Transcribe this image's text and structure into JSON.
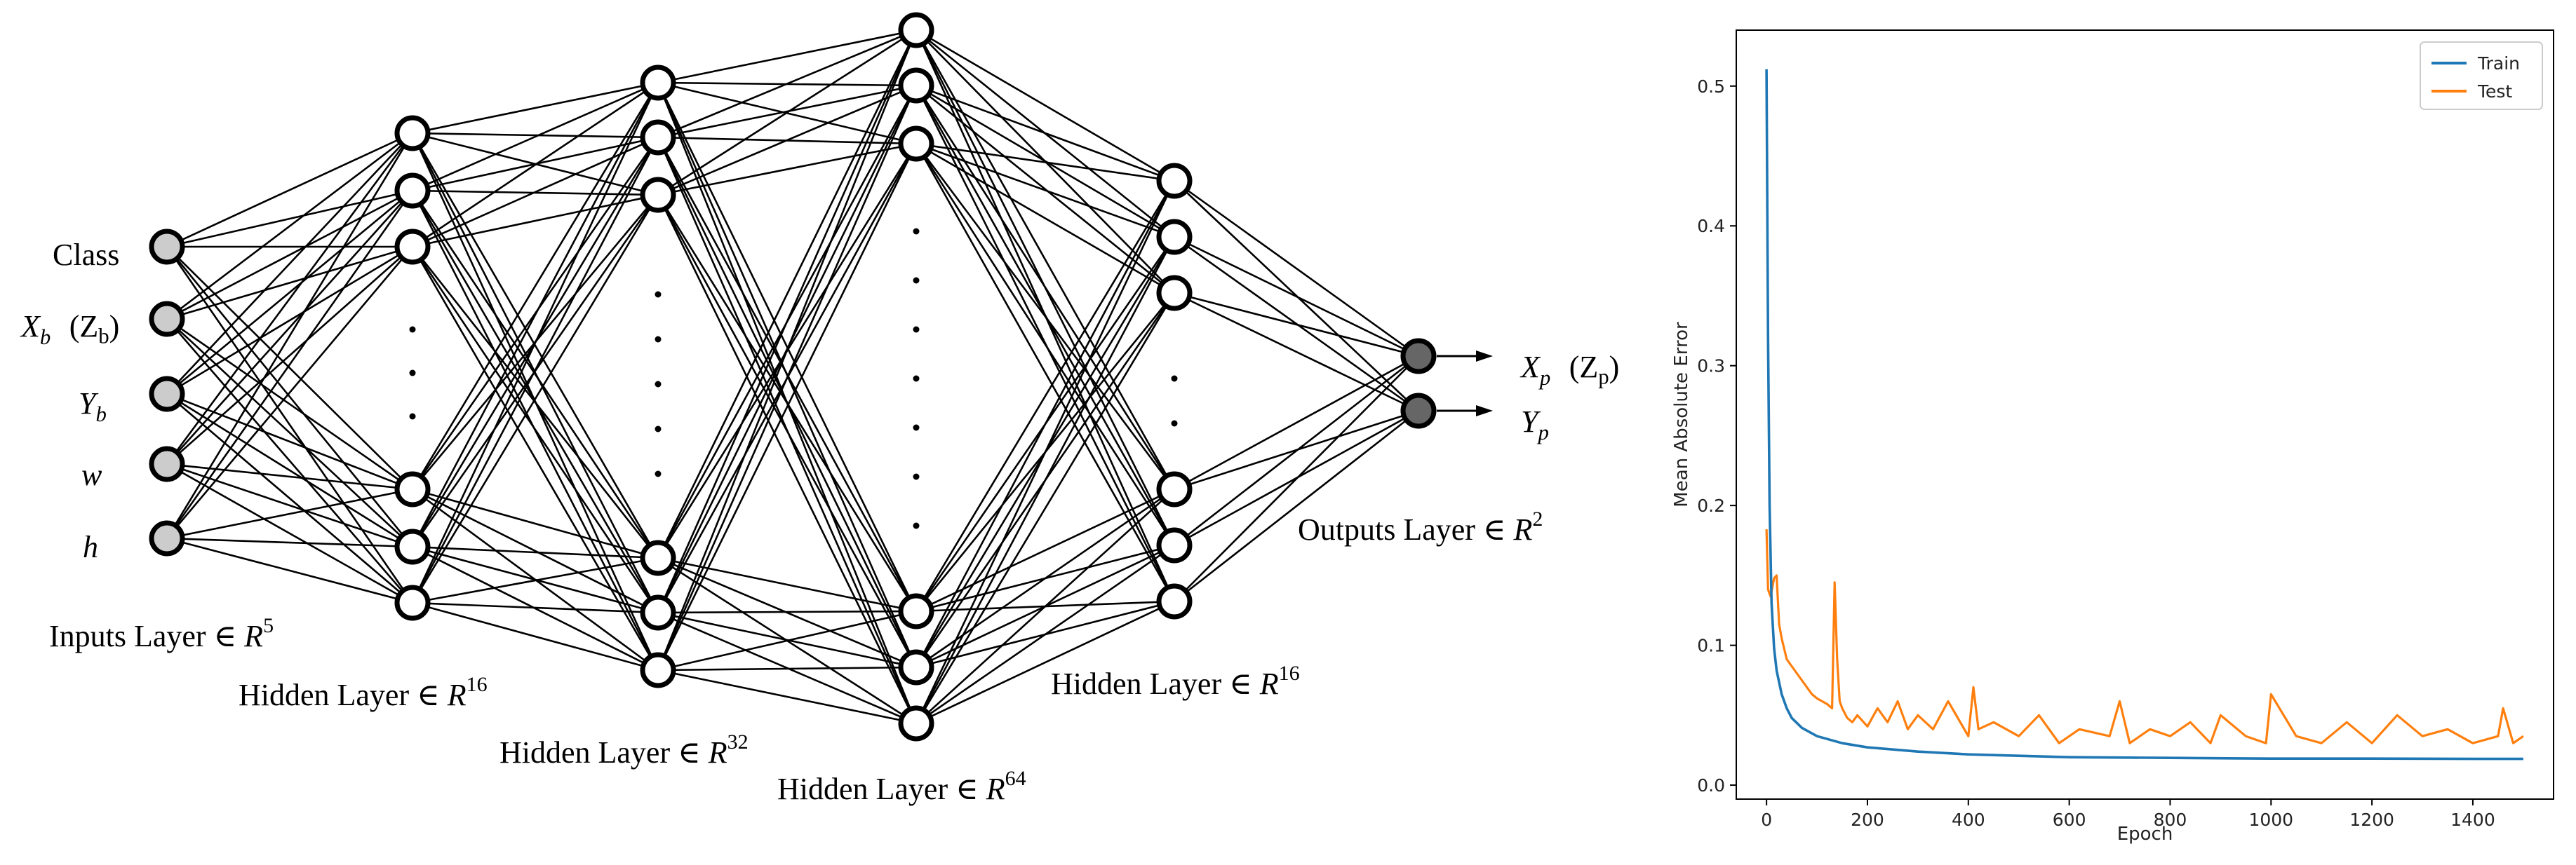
{
  "network": {
    "inputs": [
      {
        "label": "Class"
      },
      {
        "var": "X",
        "sub": "b",
        "extra": "(Z",
        "extra_sub": "b",
        "extra_close": ")"
      },
      {
        "var": "Y",
        "sub": "b"
      },
      {
        "var": "w"
      },
      {
        "var": "h"
      }
    ],
    "outputs": [
      {
        "var": "X",
        "sub": "p",
        "extra": "(Z",
        "extra_sub": "p",
        "extra_close": ")"
      },
      {
        "var": "Y",
        "sub": "p"
      }
    ],
    "layers": [
      {
        "text": "Inputs Layer ∈ ",
        "R": "R",
        "sup": "5"
      },
      {
        "text": "Hidden Layer ∈ ",
        "R": "R",
        "sup": "16"
      },
      {
        "text": "Hidden Layer ∈ ",
        "R": "R",
        "sup": "32"
      },
      {
        "text": "Hidden Layer ∈ ",
        "R": "R",
        "sup": "64"
      },
      {
        "text": "Hidden Layer ∈ ",
        "R": "R",
        "sup": "16"
      },
      {
        "text": "Outputs Layer ∈ ",
        "R": "R",
        "sup": "2"
      }
    ],
    "colors": {
      "input_node": "#cccccc",
      "output_node": "#666666",
      "hidden_node": "#ffffff",
      "stroke": "#000000"
    }
  },
  "chart_data": {
    "type": "line",
    "xlabel": "Epoch",
    "ylabel": "Mean Absolute Error",
    "xlim": [
      -60,
      1560
    ],
    "ylim": [
      -0.01,
      0.54
    ],
    "xticks": [
      0,
      200,
      400,
      600,
      800,
      1000,
      1200,
      1400
    ],
    "yticks": [
      0.0,
      0.1,
      0.2,
      0.3,
      0.4,
      0.5
    ],
    "ytick_labels": [
      "0.0",
      "0.1",
      "0.2",
      "0.3",
      "0.4",
      "0.5"
    ],
    "legend_position": "top-right",
    "grid": false,
    "series": [
      {
        "name": "Train",
        "color": "#1f77b4",
        "x": [
          0,
          3,
          6,
          10,
          15,
          20,
          30,
          40,
          50,
          70,
          100,
          150,
          200,
          300,
          400,
          500,
          600,
          800,
          1000,
          1200,
          1400,
          1500
        ],
        "y": [
          0.512,
          0.32,
          0.2,
          0.13,
          0.098,
          0.082,
          0.065,
          0.055,
          0.048,
          0.041,
          0.035,
          0.03,
          0.027,
          0.024,
          0.022,
          0.021,
          0.02,
          0.0195,
          0.019,
          0.019,
          0.0188,
          0.0188
        ]
      },
      {
        "name": "Test",
        "color": "#ff7f0e",
        "x": [
          0,
          3,
          8,
          15,
          20,
          25,
          30,
          40,
          50,
          60,
          70,
          80,
          90,
          100,
          110,
          120,
          130,
          135,
          140,
          145,
          150,
          160,
          170,
          180,
          200,
          220,
          240,
          260,
          280,
          300,
          330,
          360,
          400,
          410,
          420,
          450,
          500,
          540,
          580,
          620,
          680,
          700,
          720,
          760,
          800,
          840,
          880,
          900,
          950,
          990,
          1000,
          1050,
          1100,
          1150,
          1200,
          1250,
          1300,
          1350,
          1400,
          1450,
          1460,
          1480,
          1500
        ],
        "y": [
          0.183,
          0.14,
          0.135,
          0.148,
          0.15,
          0.115,
          0.105,
          0.09,
          0.085,
          0.08,
          0.075,
          0.07,
          0.065,
          0.062,
          0.06,
          0.058,
          0.055,
          0.145,
          0.09,
          0.06,
          0.055,
          0.048,
          0.045,
          0.05,
          0.042,
          0.055,
          0.045,
          0.06,
          0.04,
          0.05,
          0.04,
          0.06,
          0.035,
          0.07,
          0.04,
          0.045,
          0.035,
          0.05,
          0.03,
          0.04,
          0.035,
          0.06,
          0.03,
          0.04,
          0.035,
          0.045,
          0.03,
          0.05,
          0.035,
          0.03,
          0.065,
          0.035,
          0.03,
          0.045,
          0.03,
          0.05,
          0.035,
          0.04,
          0.03,
          0.035,
          0.055,
          0.03,
          0.035
        ]
      }
    ]
  }
}
